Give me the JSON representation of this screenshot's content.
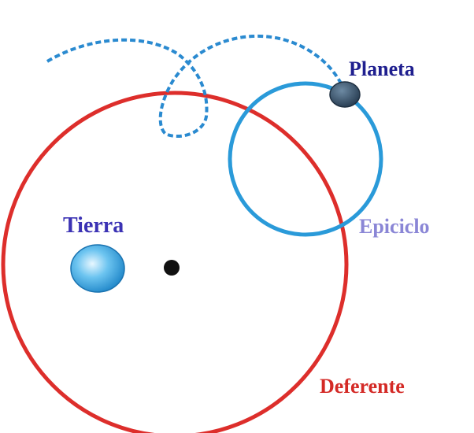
{
  "labels": {
    "planet": "Planeta",
    "earth": "Tierra",
    "epicycle": "Epiciclo",
    "deferent": "Deferente"
  },
  "colors": {
    "planet_label": "#1f1f8f",
    "earth_label": "#3b32b4",
    "epicycle_label": "#8a86d6",
    "deferent_label": "#d42a26",
    "deferent_circle": "#dd2e2b",
    "epicycle_circle": "#2a9ad9",
    "path_dashed": "#2a8ad0",
    "earth_fill": "#5ab8ea",
    "planet_fill": "#3b5670",
    "center_dot": "#111111"
  }
}
